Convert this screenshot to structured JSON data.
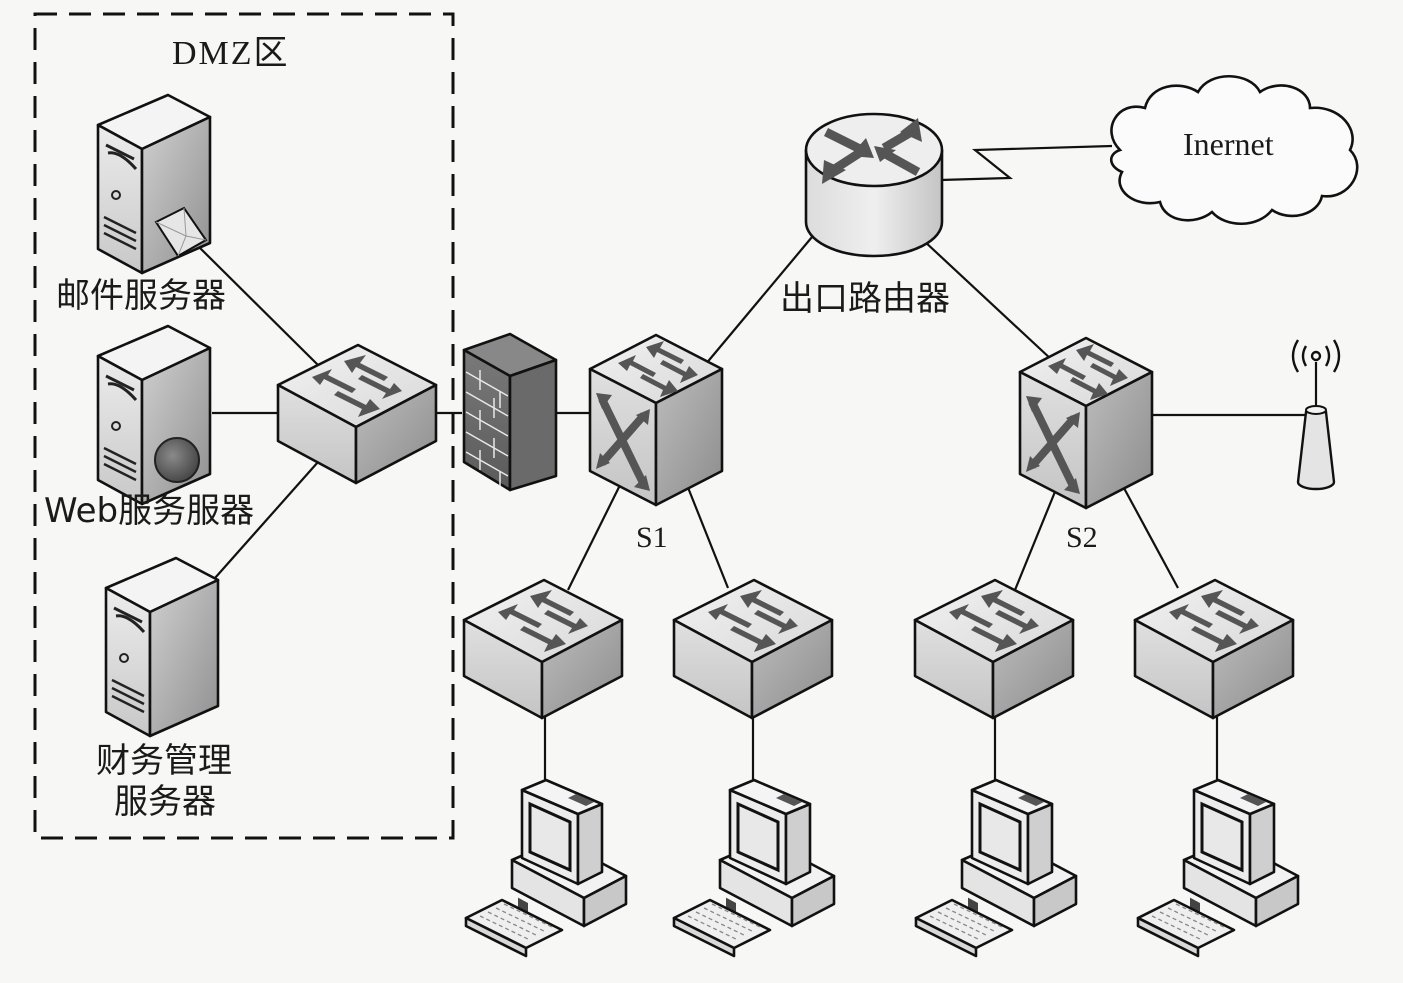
{
  "diagram": {
    "type": "network-topology",
    "dmz": {
      "label": "DMZ区",
      "servers": [
        {
          "id": "mail",
          "label": "邮件服务器",
          "badge": "envelope"
        },
        {
          "id": "web",
          "label": "Web服务服器",
          "badge": "globe"
        },
        {
          "id": "finance",
          "label_line1": "财务管理",
          "label_line2": "服务器"
        }
      ],
      "switch": {
        "id": "dmz-switch"
      }
    },
    "firewall": {
      "id": "firewall"
    },
    "router": {
      "id": "router",
      "label": "出口路由器"
    },
    "internet": {
      "id": "internet",
      "label": "Inernet"
    },
    "core_switches": [
      {
        "id": "s1",
        "label": "S1"
      },
      {
        "id": "s2",
        "label": "S2"
      }
    ],
    "access_switches": [
      {
        "id": "a1",
        "parent": "s1"
      },
      {
        "id": "a2",
        "parent": "s1"
      },
      {
        "id": "a3",
        "parent": "s2"
      },
      {
        "id": "a4",
        "parent": "s2"
      }
    ],
    "pcs": [
      {
        "id": "pc1",
        "parent": "a1"
      },
      {
        "id": "pc2",
        "parent": "a2"
      },
      {
        "id": "pc3",
        "parent": "a3"
      },
      {
        "id": "pc4",
        "parent": "a4"
      }
    ],
    "wireless_ap": {
      "id": "ap",
      "parent": "s2"
    },
    "links": [
      [
        "mail",
        "dmz-switch"
      ],
      [
        "web",
        "dmz-switch"
      ],
      [
        "finance",
        "dmz-switch"
      ],
      [
        "dmz-switch",
        "firewall"
      ],
      [
        "firewall",
        "s1"
      ],
      [
        "s1",
        "router"
      ],
      [
        "s2",
        "router"
      ],
      [
        "router",
        "internet"
      ],
      [
        "s1",
        "a1"
      ],
      [
        "s1",
        "a2"
      ],
      [
        "s2",
        "a3"
      ],
      [
        "s2",
        "a4"
      ],
      [
        "a1",
        "pc1"
      ],
      [
        "a2",
        "pc2"
      ],
      [
        "a3",
        "pc3"
      ],
      [
        "a4",
        "pc4"
      ],
      [
        "s2",
        "ap"
      ]
    ]
  }
}
